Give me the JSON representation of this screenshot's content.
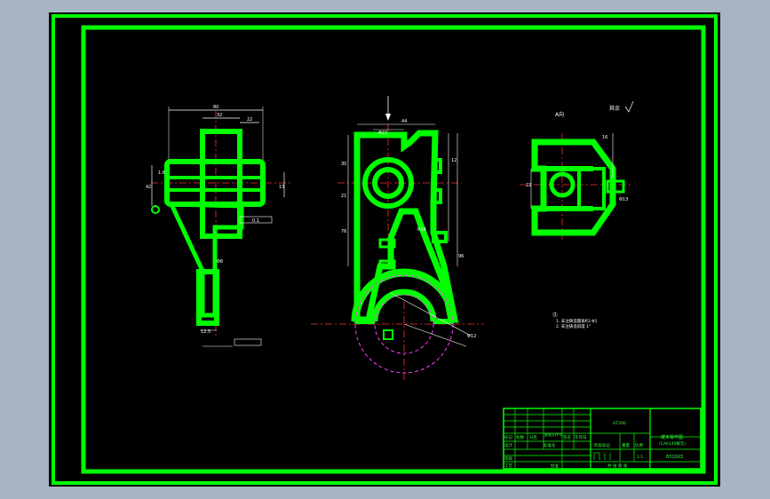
{
  "views": {
    "view_a_label": "A向",
    "surface_note": "其余",
    "dims_left": [
      "80",
      "32",
      "22",
      "42",
      "1.6",
      "13",
      "Φ8",
      "0.1",
      "12.5"
    ],
    "dims_mid": [
      "44",
      "Φ22",
      "30",
      "21",
      "76",
      "12",
      "R14",
      "96",
      "Φ12"
    ],
    "dims_right": [
      "22",
      "16",
      "Φ13"
    ]
  },
  "tech_requirements": {
    "heading": "注:",
    "lines": [
      "1. 未注铸造圆角R3 Φ1",
      "2. 未注铸造斜度 1°"
    ]
  },
  "title_block": {
    "part_name": "拨叉零件图",
    "part_subtitle": "(CA6140拨叉)",
    "drawing_code": "831003",
    "scale_label": "比例",
    "scale_value": "1:1",
    "weight_label": "重量",
    "stage_label": "阶段标记",
    "material_label": "HT200",
    "sheet_label": "共  张  第  张",
    "design_label": "设计",
    "check_label": "审核",
    "process_label": "工艺",
    "mark_label": "标记",
    "count_label": "处数",
    "zone_label": "分区",
    "change_label": "更改文件号",
    "sign_label": "签名",
    "date_label": "年月日",
    "std_label": "标准化",
    "approve_label": "批准"
  },
  "colors": {
    "sheet": "#000000",
    "line": "#00ff00",
    "dimension": "#ffffff",
    "centerline": "#ff3030",
    "hidden": "#ff40ff",
    "outer_bg": "#a7b5c2"
  }
}
